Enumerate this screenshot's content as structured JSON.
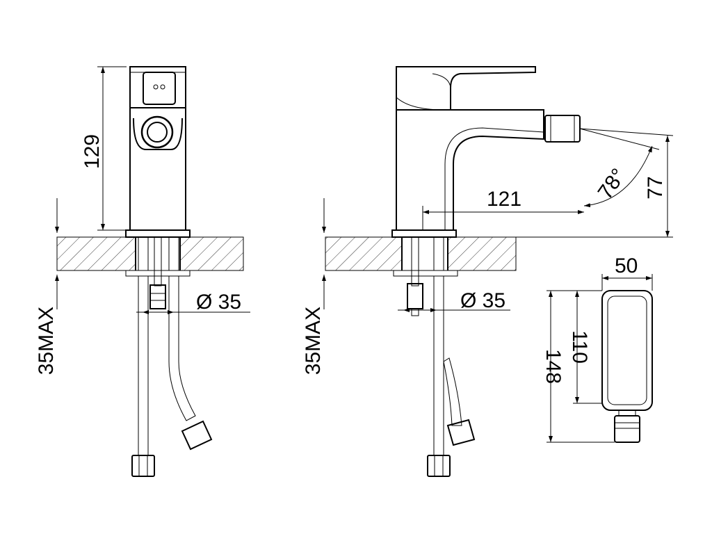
{
  "front_view": {
    "height_label": "129",
    "mount_label": "35MAX",
    "hole_label": "Ø 35"
  },
  "side_view": {
    "reach_label": "121",
    "spout_height_label": "77",
    "angle_label": "78°",
    "mount_label": "35MAX",
    "hole_label": "Ø 35"
  },
  "top_view": {
    "width_label": "50",
    "body_length_label": "110",
    "total_length_label": "148"
  }
}
